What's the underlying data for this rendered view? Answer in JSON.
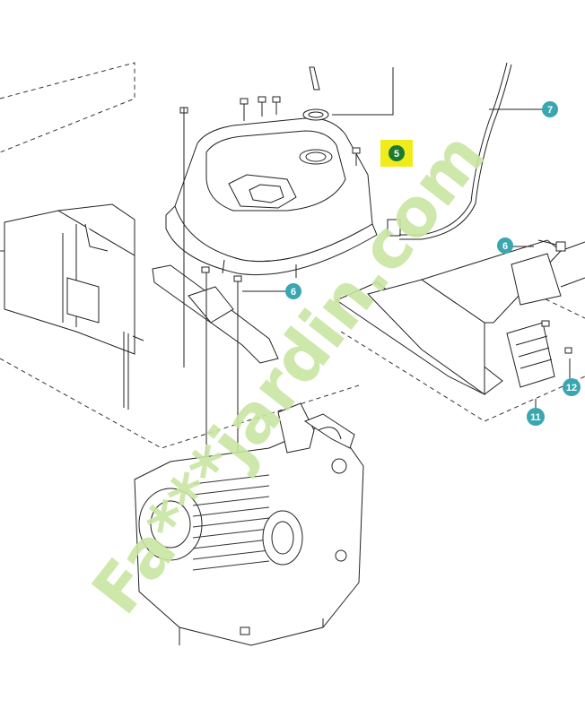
{
  "diagram": {
    "callouts": [
      {
        "id": "c5",
        "label": "5",
        "highlighted": true
      },
      {
        "id": "c6a",
        "label": "6",
        "highlighted": false
      },
      {
        "id": "c6b",
        "label": "6",
        "highlighted": false
      },
      {
        "id": "c7",
        "label": "7",
        "highlighted": false
      },
      {
        "id": "c11",
        "label": "11",
        "highlighted": false
      },
      {
        "id": "c12",
        "label": "12",
        "highlighted": false
      }
    ],
    "colors": {
      "callout_fill": "#3aa6b0",
      "highlight_fill": "#f0ec1c",
      "highlight_dot": "#1c7a2c",
      "line": "#222222",
      "dash": "#333333"
    }
  },
  "watermark": {
    "text": "Fa***jardin.com",
    "color_main": "#c9e6a2",
    "color_accent": "#f1c9a0"
  }
}
